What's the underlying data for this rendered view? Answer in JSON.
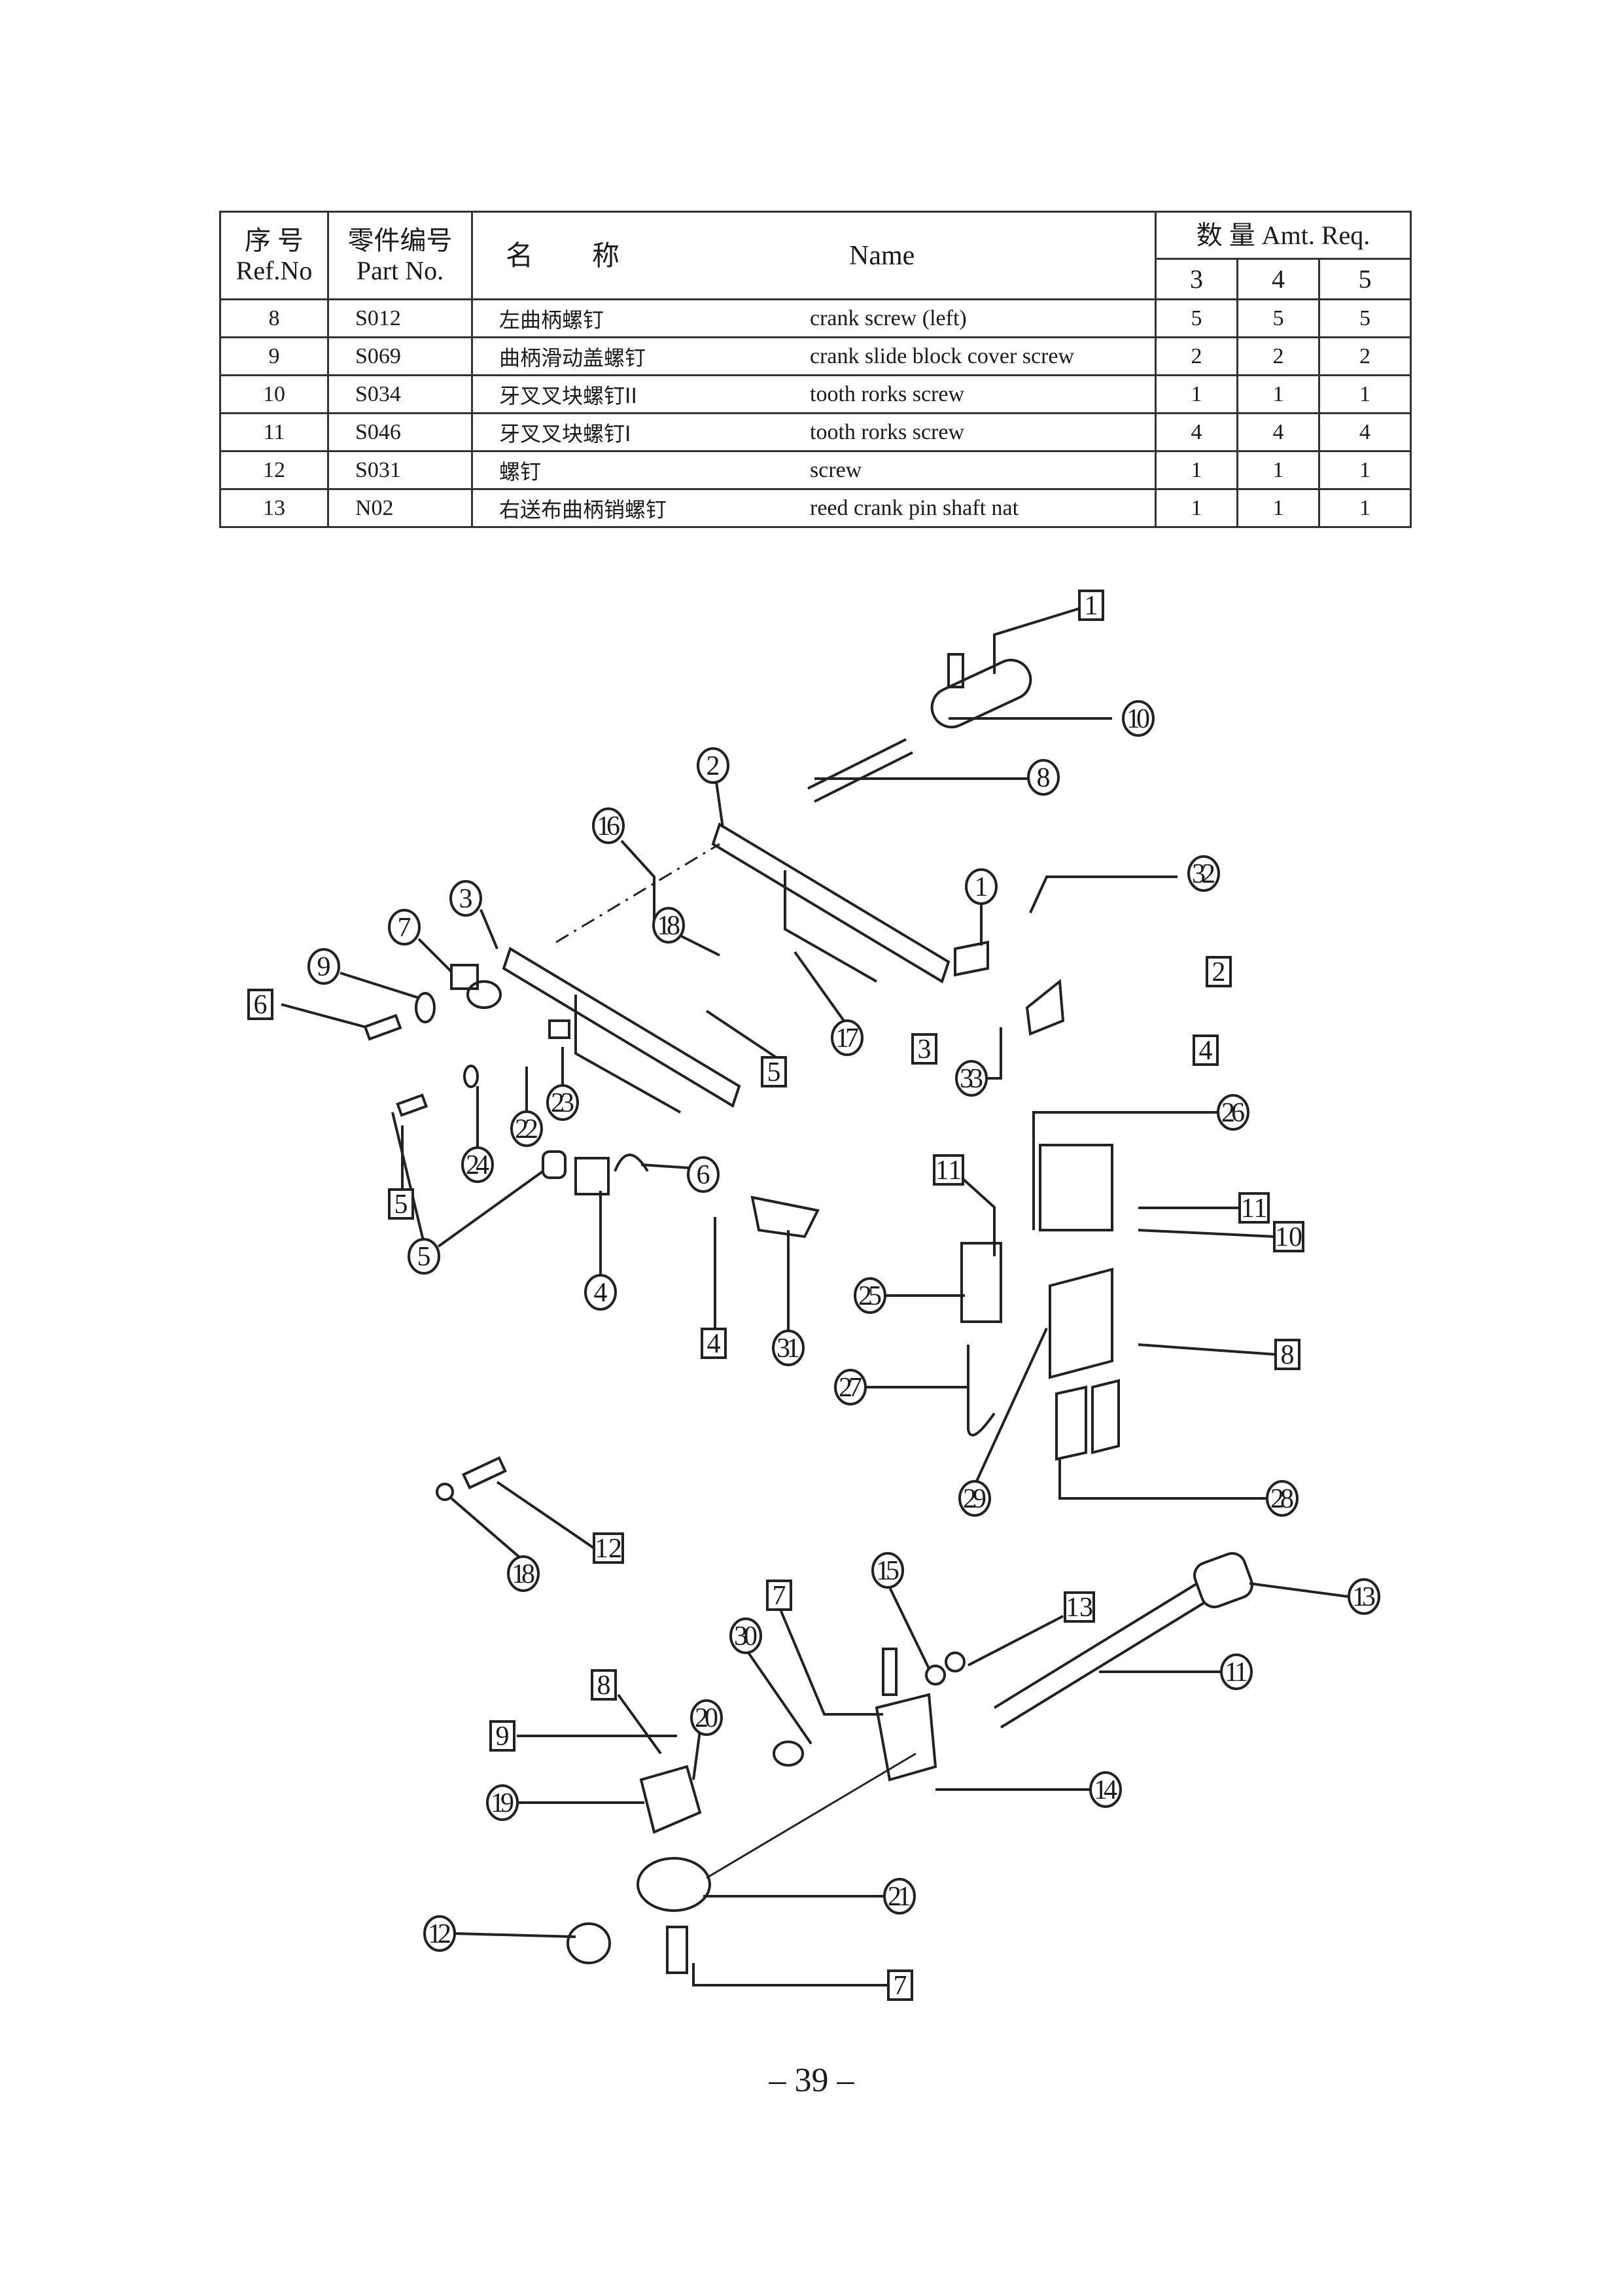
{
  "table": {
    "headers": {
      "ref_zh": "序 号",
      "ref_en": "Ref.No",
      "part_zh": "零件编号",
      "part_en": "Part No.",
      "name_zh": "名称",
      "name_en": "Name",
      "amt": "数 量 Amt. Req.",
      "amt_cols": [
        "3",
        "4",
        "5"
      ]
    },
    "rows": [
      {
        "ref": "8",
        "part": "S012",
        "name_zh": "左曲柄螺钉",
        "name_en": "crank screw (left)",
        "q3": "5",
        "q4": "5",
        "q5": "5"
      },
      {
        "ref": "9",
        "part": "S069",
        "name_zh": "曲柄滑动盖螺钉",
        "name_en": "crank slide block cover screw",
        "q3": "2",
        "q4": "2",
        "q5": "2"
      },
      {
        "ref": "10",
        "part": "S034",
        "name_zh": "牙叉叉块螺钉II",
        "name_en": "tooth rorks screw",
        "q3": "1",
        "q4": "1",
        "q5": "1"
      },
      {
        "ref": "11",
        "part": "S046",
        "name_zh": "牙叉叉块螺钉I",
        "name_en": "tooth rorks screw",
        "q3": "4",
        "q4": "4",
        "q5": "4"
      },
      {
        "ref": "12",
        "part": "S031",
        "name_zh": "螺钉",
        "name_en": "screw",
        "q3": "1",
        "q4": "1",
        "q5": "1"
      },
      {
        "ref": "13",
        "part": "N02",
        "name_zh": "右送布曲柄销螺钉",
        "name_en": "reed crank pin shaft nat",
        "q3": "1",
        "q4": "1",
        "q5": "1"
      }
    ]
  },
  "diagram": {
    "circle_callouts": [
      "10",
      "8",
      "2",
      "16",
      "32",
      "1",
      "3",
      "7",
      "9",
      "18",
      "17",
      "33",
      "22",
      "24",
      "23",
      "6",
      "5",
      "4",
      "31",
      "26",
      "25",
      "27",
      "29",
      "28",
      "18",
      "15",
      "13",
      "30",
      "11",
      "20",
      "19",
      "14",
      "21",
      "12"
    ],
    "box_callouts": [
      "1",
      "6",
      "2",
      "3",
      "4",
      "5",
      "5",
      "4",
      "11",
      "11",
      "10",
      "8",
      "12",
      "7",
      "13",
      "8",
      "9",
      "7"
    ]
  },
  "page": {
    "number": "– 39 –"
  }
}
